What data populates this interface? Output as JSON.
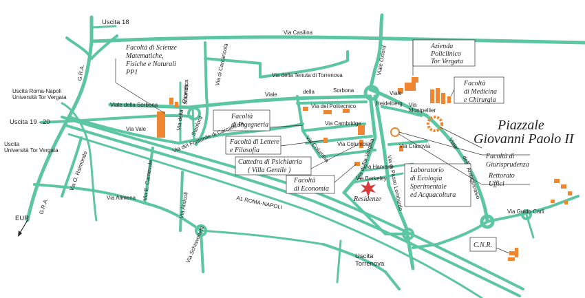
{
  "colors": {
    "road": "#5cc5a1",
    "building": "#ee8632",
    "text": "#222222",
    "background": "#ffffff"
  },
  "icons": {
    "residenze_marker": "red-star-icon",
    "eur_arrow": "arrow-down-left-icon"
  },
  "exits": {
    "uscita_18": "Uscita 18",
    "uscita_roma_napoli": [
      "Uscita Roma-Napoli",
      "Università Tor Vergata"
    ],
    "uscita_19_20": "Uscita 19 - 20",
    "uscita_universita": [
      "Uscita",
      "Università Tor Vergata"
    ],
    "uscita_torrenova": [
      "Uscita",
      "Torrenova"
    ],
    "eur": "EUR"
  },
  "roads": {
    "gra_upper": "G.R.A.",
    "gra_lower": "G.R.A.",
    "via_casilina": "Via Casilina",
    "via_tenuta": "Via della Tenuta di Torrenova",
    "via_oxford": "Viale Oxford",
    "via_carcaricola": "Via di Carcaricola",
    "viale_della_sorbona": [
      "Viale",
      "della",
      "Sorbona"
    ],
    "viale_sorbona_small": "Viale della Sorbona",
    "via_ricerca_scientifica": [
      "Via della",
      "Ricerca",
      "Scientifica"
    ],
    "via_vale": "Via Vale",
    "via_stanford": "Stanford",
    "via_fontanile_carcaricola": "Via del Fontanile di Carcaricola",
    "via_politecnico": "Via del Politecnico",
    "via_cambridge": "Via Cambridge",
    "via_columbia_1": "Via Columbia",
    "via_columbia_2": "Via Columbia",
    "via_heidelberg": "Heidelberg",
    "viale_heidelberg": "Viale",
    "via_montpellier": [
      "Via",
      "Montpellier"
    ],
    "via_cracovia": "Via Cracovia",
    "viale_archiginnasio": [
      "Viale",
      "dell'",
      "Archiginnasio"
    ],
    "via_tor_vergata": "Via di Tor Vergata",
    "via_passo_lombardo": "Via di Passo Lombardo",
    "via_harvard": "Via Harvard",
    "via_berkeley": "Via Berkeley",
    "via_guido_carli": "Via Guido Carli",
    "via_raimondo": "Via O. Raimondo",
    "via_carnevale": "Via E. Carnevale",
    "via_alimena": "Via Alimena",
    "via_anticoli": "Via Anticoli",
    "via_schiavonetti": "Via Schiavonetti",
    "a1": "A1 ROMA-NAPOLI"
  },
  "places": {
    "scienze": [
      "Facoltà di Scienze",
      "Matematiche,",
      "Fisiche e Naturali",
      "PP1"
    ],
    "ingegneria": [
      "Facoltà",
      "di Ingegneria"
    ],
    "lettere": [
      "Facoltà di Lettere",
      "e Filosofia"
    ],
    "psichiatria": [
      "Cattedra di Psichiatria",
      "( Villa Gentile )"
    ],
    "economia": [
      "Facoltà",
      "di Economia"
    ],
    "residenze": "Residenze",
    "policlinico": [
      "Azienda",
      "Policlinico",
      "Tor Vergata"
    ],
    "medicina": [
      "Facoltà",
      "di Medicina",
      "e Chirurgia"
    ],
    "piazzale": [
      "Piazzale",
      "Giovanni Paolo II"
    ],
    "giurisprudenza": [
      "Facoltà di",
      "Giurisprudenza"
    ],
    "rettorato": [
      "Rettorato",
      "Uffici"
    ],
    "laboratorio": [
      "Laboratorio",
      "di Ecologia",
      "Sperimentale",
      "ed Acquacoltura"
    ],
    "cnr": "C.N.R."
  }
}
